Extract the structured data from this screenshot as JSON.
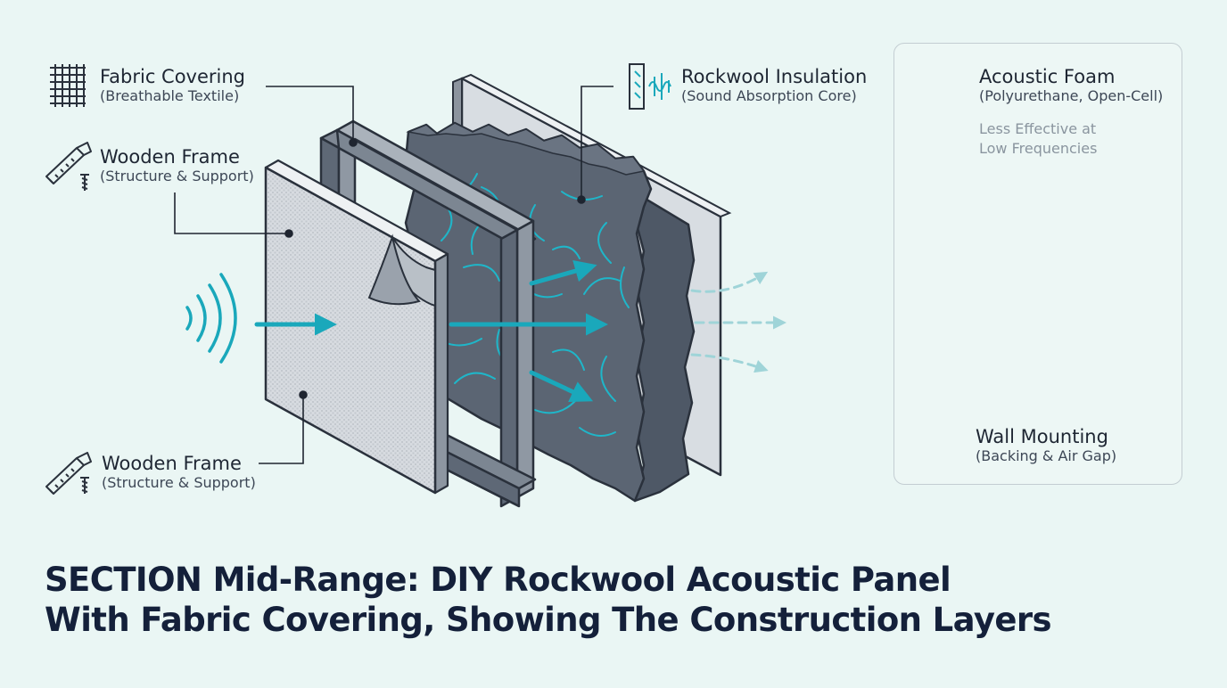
{
  "labels": {
    "fabric": {
      "title": "Fabric Covering",
      "sub": "(Breathable Textile)"
    },
    "frame_top": {
      "title": "Wooden Frame",
      "sub": "(Structure & Support)"
    },
    "frame_bottom": {
      "title": "Wooden Frame",
      "sub": "(Structure & Support)"
    },
    "rockwool": {
      "title": "Rockwool Insulation",
      "sub": "(Sound Absorption Core)"
    }
  },
  "sidebar": {
    "foam_title": "Acoustic Foam",
    "foam_sub": "(Polyurethane, Open-Cell)",
    "note_line1": "Less Effective at",
    "note_line2": "Low Frequencies",
    "mount_title": "Wall Mounting",
    "mount_sub": "(Backing & Air Gap)"
  },
  "title": {
    "line1": "SECTION Mid-Range: DIY Rockwool Acoustic Panel",
    "line2": "With Fabric Covering, Showing The Construction Layers"
  },
  "colors": {
    "background": "#eaf6f4",
    "accent_teal": "#1aa8bb",
    "slate": "#4e5866",
    "dark": "#2a313c",
    "fabric": "#d6dadf"
  },
  "icons": {
    "fabric": "weave-icon",
    "frame": "saw-and-screw-icon",
    "rockwool": "sound-absorb-icon",
    "foam": "foam-block-icon",
    "note": "muted-speaker-icon",
    "mount": "wall-mount-icon"
  }
}
